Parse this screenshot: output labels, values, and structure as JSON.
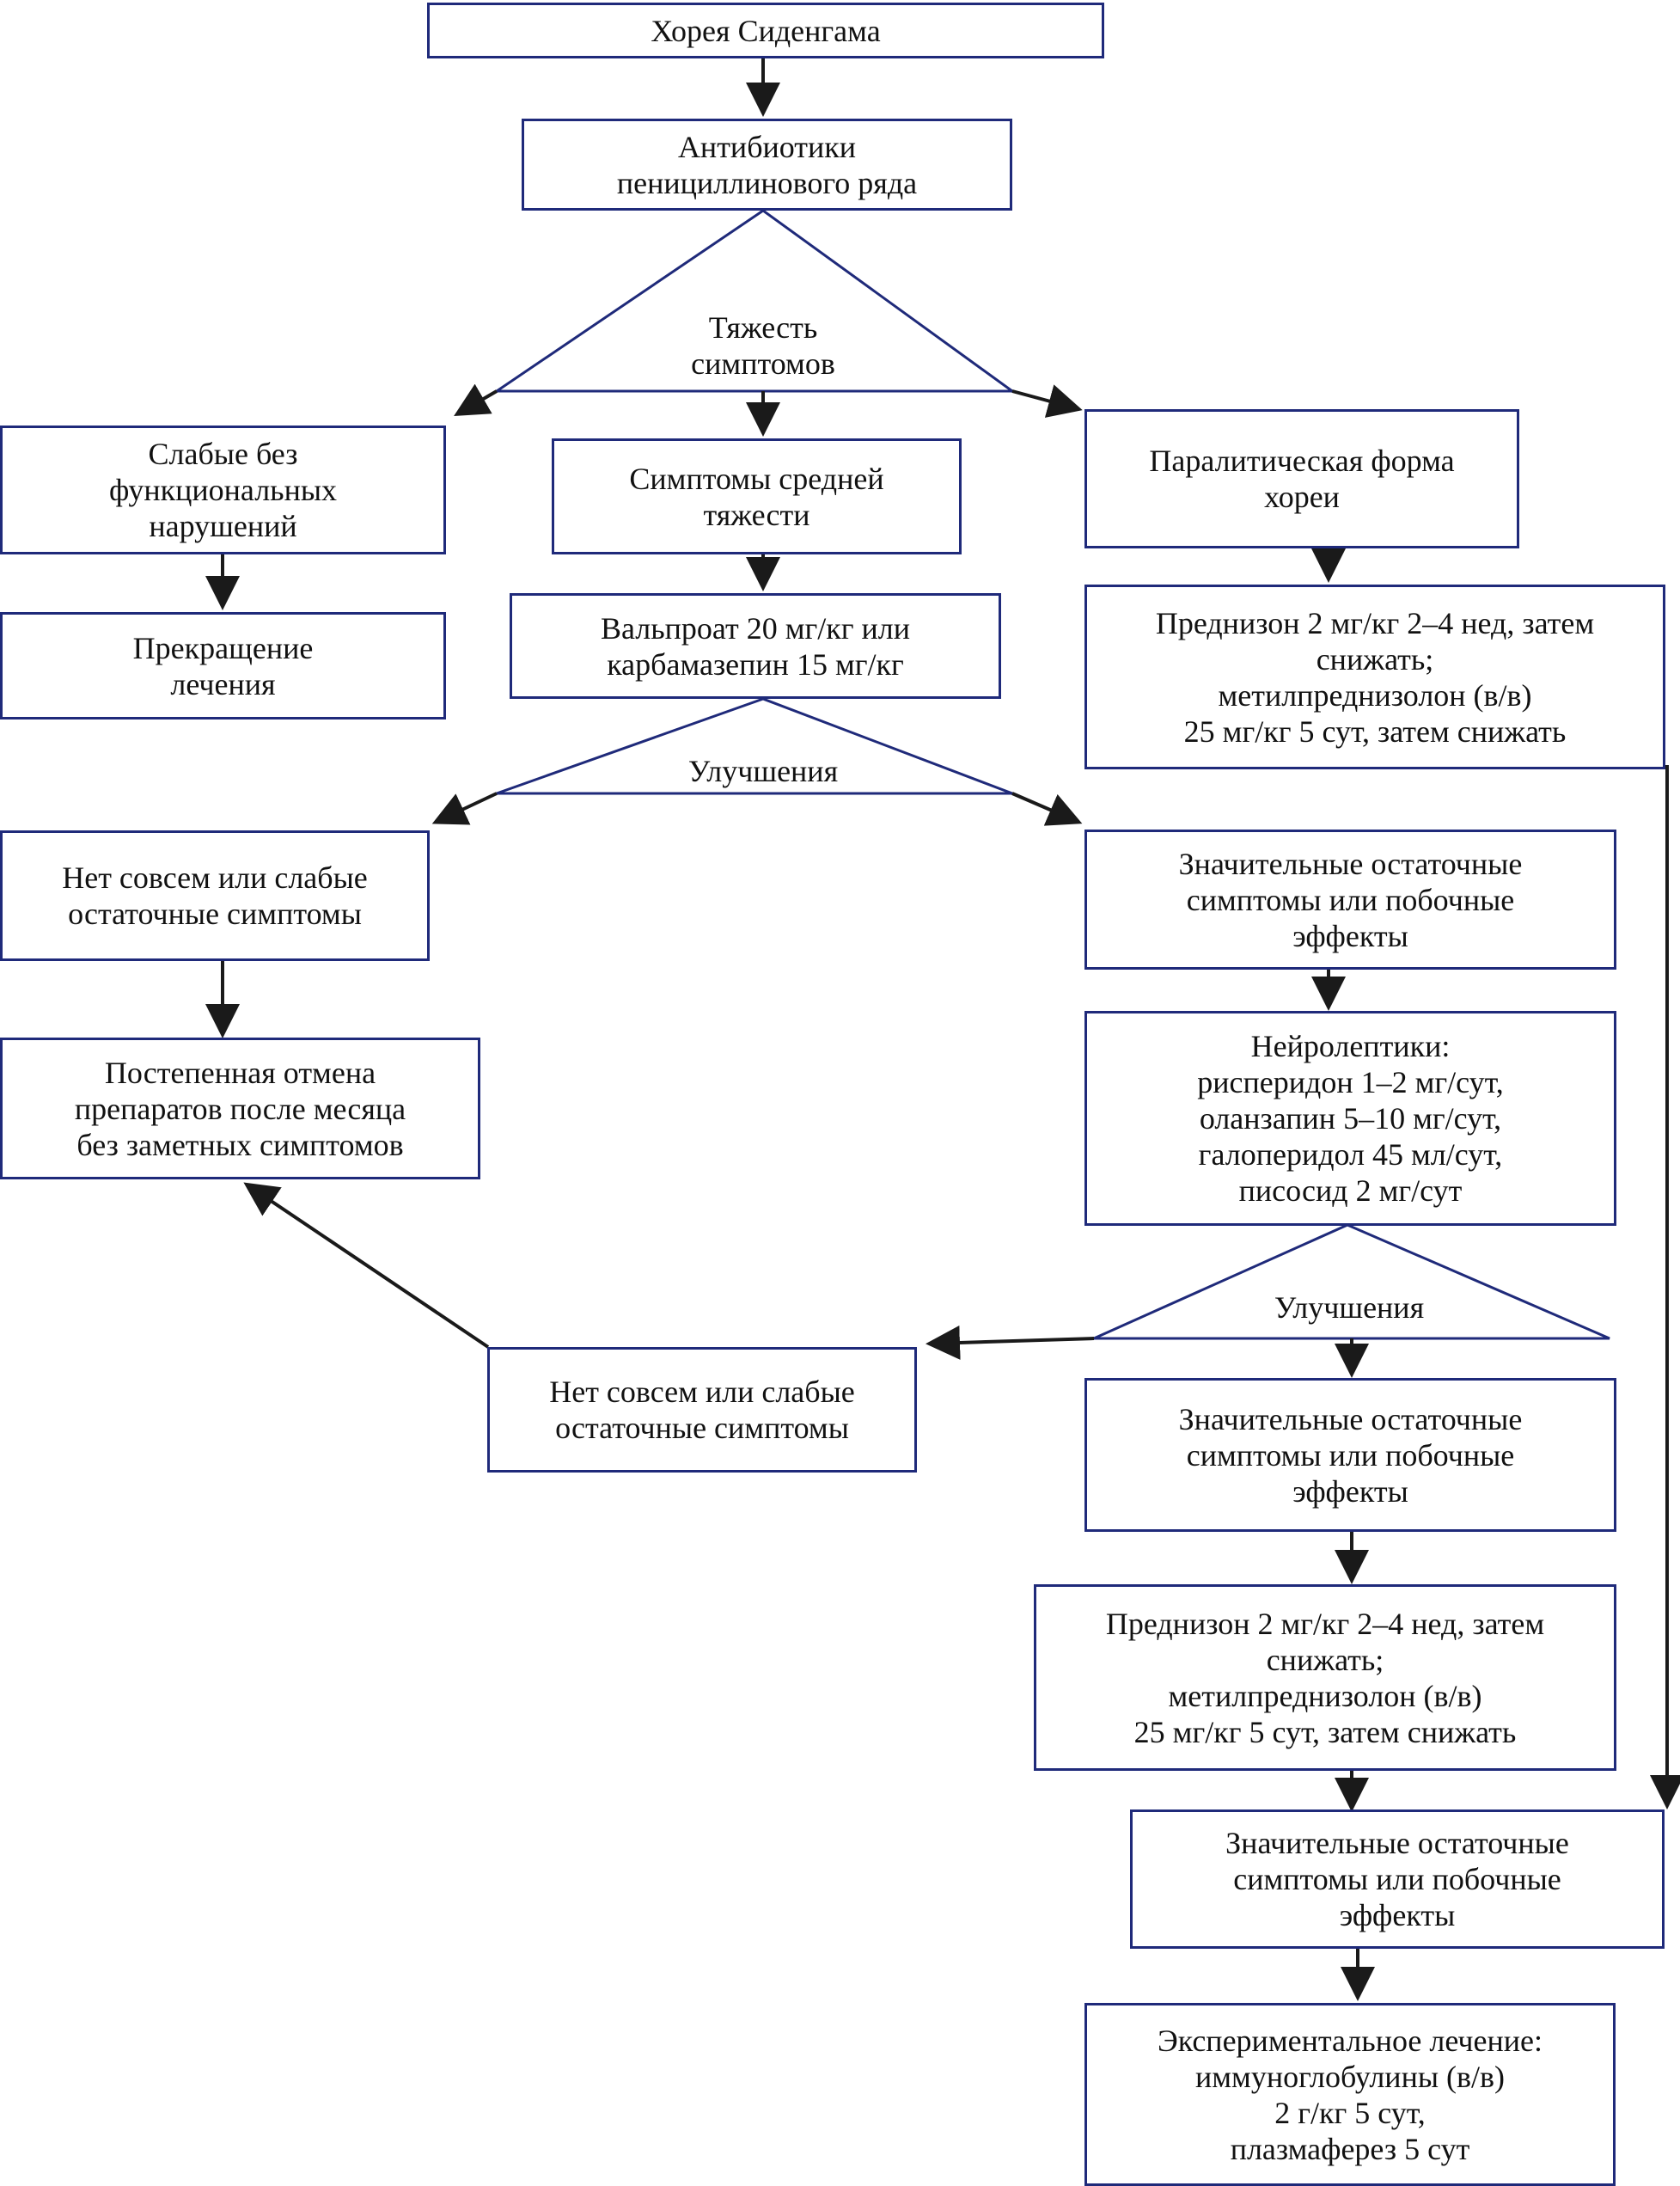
{
  "flowchart": {
    "nodes": {
      "chorea": "Хорея Сиденгама",
      "antibiotics": "Антибиотики\nпенициллинового ряда",
      "severity": "Тяжесть\nсимптомов",
      "mild": "Слабые без\nфункциональных\nнарушений",
      "stop_treatment": "Прекращение\nлечения",
      "moderate": "Симптомы средней\nтяжести",
      "valproate": "Вальпроат 20 мг/кг или\nкарбамазепин 15 мг/кг",
      "paralytic": "Паралитическая форма\nхореи",
      "prednisone_1": "Преднизон 2 мг/кг 2–4 нед, затем\nснижать;\nметилпреднизолон (в/в)\n25 мг/кг 5 сут, затем снижать",
      "improvement_1": "Улучшения",
      "none_mild_1": "Нет совсем или слабые\nостаточные симптомы",
      "significant_1": "Значительные остаточные\nсимптомы или побочные\nэффекты",
      "gradual_withdrawal": "Постепенная отмена\nпрепаратов после месяца\nбез заметных симптомов",
      "neuroleptics": "Нейролептики:\nрисперидон 1–2 мг/сут,\nоланзапин 5–10 мг/сут,\nгалоперидол 45 мл/сут,\nписосид 2 мг/сут",
      "improvement_2": "Улучшения",
      "none_mild_2": "Нет совсем или слабые\nостаточные симптомы",
      "significant_2": "Значительные остаточные\nсимптомы или побочные\nэффекты",
      "prednisone_2": "Преднизон 2 мг/кг 2–4 нед, затем\nснижать;\nметилпреднизолон (в/в)\n25 мг/кг 5 сут, затем снижать",
      "significant_3": "Значительные остаточные\nсимптомы или побочные\nэффекты",
      "experimental": "Экспериментальное лечение:\nиммуноглобулины (в/в)\n2 г/кг 5 сут,\nплазмаферез 5 сут"
    },
    "colors": {
      "box_border": "#1f2a7a",
      "arrow": "#1a1a1a"
    }
  }
}
